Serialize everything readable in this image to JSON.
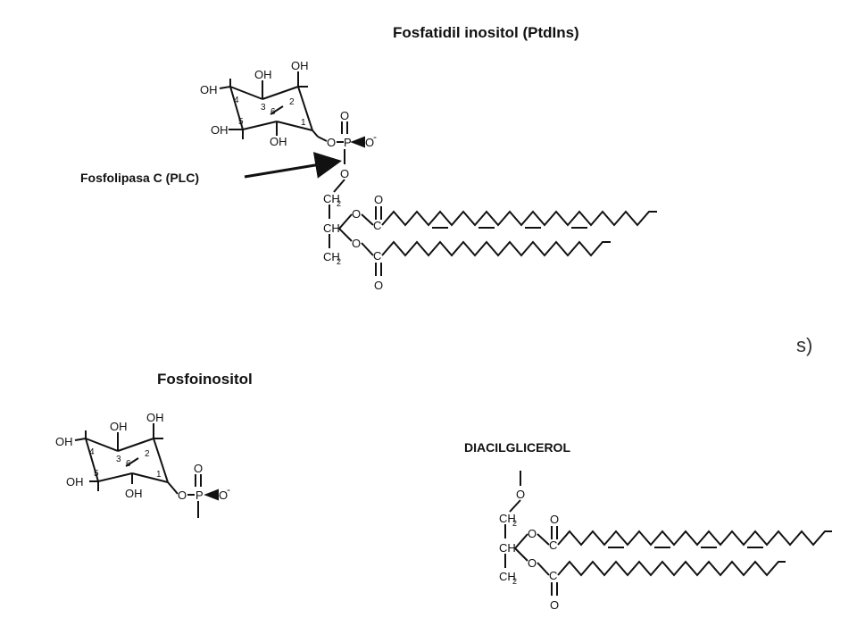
{
  "diagram": {
    "title_top": "Fosfatidil inositol (PtdIns)",
    "label_enzyme": "Fosfolipasa C (PLC)",
    "title_bottom_left": "Fosfoinositol",
    "title_bottom_right": "DIACILGLICEROL",
    "fragment_text": "s)",
    "atoms": {
      "oh": "OH",
      "o": "O",
      "p": "P",
      "ch2": "CH",
      "sub2": "2",
      "ch": "CH",
      "c": "C",
      "minus": "-"
    },
    "ring_numbers": [
      "1",
      "2",
      "3",
      "4",
      "5",
      "6"
    ],
    "colors": {
      "ink": "#111111",
      "background": "#ffffff"
    }
  }
}
